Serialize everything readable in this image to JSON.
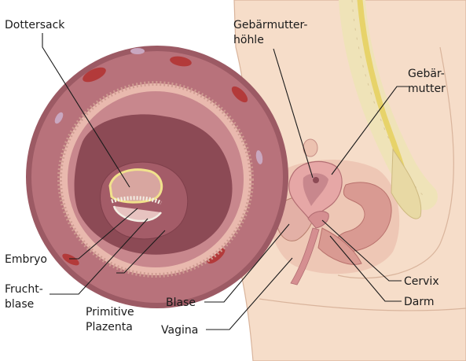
{
  "labels": {
    "dottersack": "Dottersack",
    "gebaermutterhoehle_1": "Gebärmutter-",
    "gebaermutterhoehle_2": "höhle",
    "gebaermutter_1": "Gebär-",
    "gebaermutter_2": "mutter",
    "embryo": "Embryo",
    "fruchtblase_1": "Frucht-",
    "fruchtblase_2": "blase",
    "plazenta_1": "Primitive",
    "plazenta_2": "Plazenta",
    "blase": "Blase",
    "vagina": "Vagina",
    "cervix": "Cervix",
    "darm": "Darm"
  },
  "colors": {
    "skin": "#f6ddc9",
    "tissue_dark": "#8c4a55",
    "tissue_mid": "#c8878d",
    "tissue_light": "#e9b9ae",
    "uterus_wall": "#e6a7a6",
    "spine_bone": "#efe3b8",
    "spinal_cord": "#e7d36a",
    "circle_rim": "#9c5a64",
    "vessel": "#b33a3a",
    "yolk_sac": "#f1e28c"
  },
  "icons": [
    "magnified-view-circle",
    "body-cross-section"
  ]
}
